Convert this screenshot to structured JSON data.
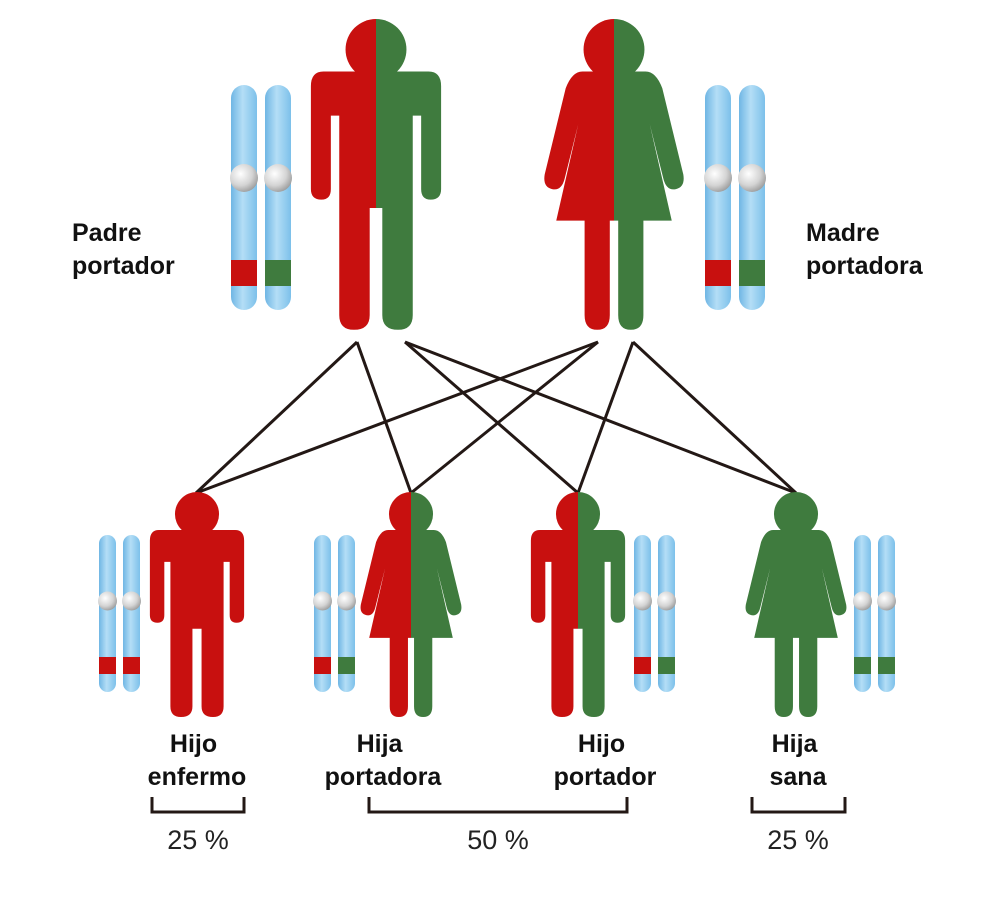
{
  "colors": {
    "affected": "#c8100f",
    "healthy": "#3f7b3e",
    "chromosome": "#8cc8ec",
    "chromosome_light": "#b8e0f6",
    "centromere": "#d8d8d8",
    "line": "#231815",
    "text": "#111111"
  },
  "parents": {
    "father": {
      "label_line1": "Padre",
      "label_line2": "portador",
      "chromosome_genes": [
        "red",
        "green"
      ]
    },
    "mother": {
      "label_line1": "Madre",
      "label_line2": "portadora",
      "chromosome_genes": [
        "red",
        "green"
      ]
    }
  },
  "children": [
    {
      "id": "son-affected",
      "sex": "male",
      "fill": "red",
      "label_line1": "Hijo",
      "label_line2": "enfermo",
      "chromosome_genes": [
        "red",
        "red"
      ]
    },
    {
      "id": "daughter-carrier",
      "sex": "female",
      "fill": "split",
      "label_line1": "Hija",
      "label_line2": "portadora",
      "chromosome_genes": [
        "red",
        "green"
      ]
    },
    {
      "id": "son-carrier",
      "sex": "male",
      "fill": "split",
      "label_line1": "Hijo",
      "label_line2": "portador",
      "chromosome_genes": [
        "red",
        "green"
      ]
    },
    {
      "id": "daughter-healthy",
      "sex": "female",
      "fill": "green",
      "label_line1": "Hija",
      "label_line2": "sana",
      "chromosome_genes": [
        "green",
        "green"
      ]
    }
  ],
  "groups": [
    {
      "label": "25 %",
      "children": [
        "son-affected"
      ]
    },
    {
      "label": "50 %",
      "children": [
        "daughter-carrier",
        "son-carrier"
      ]
    },
    {
      "label": "25 %",
      "children": [
        "daughter-healthy"
      ]
    }
  ]
}
